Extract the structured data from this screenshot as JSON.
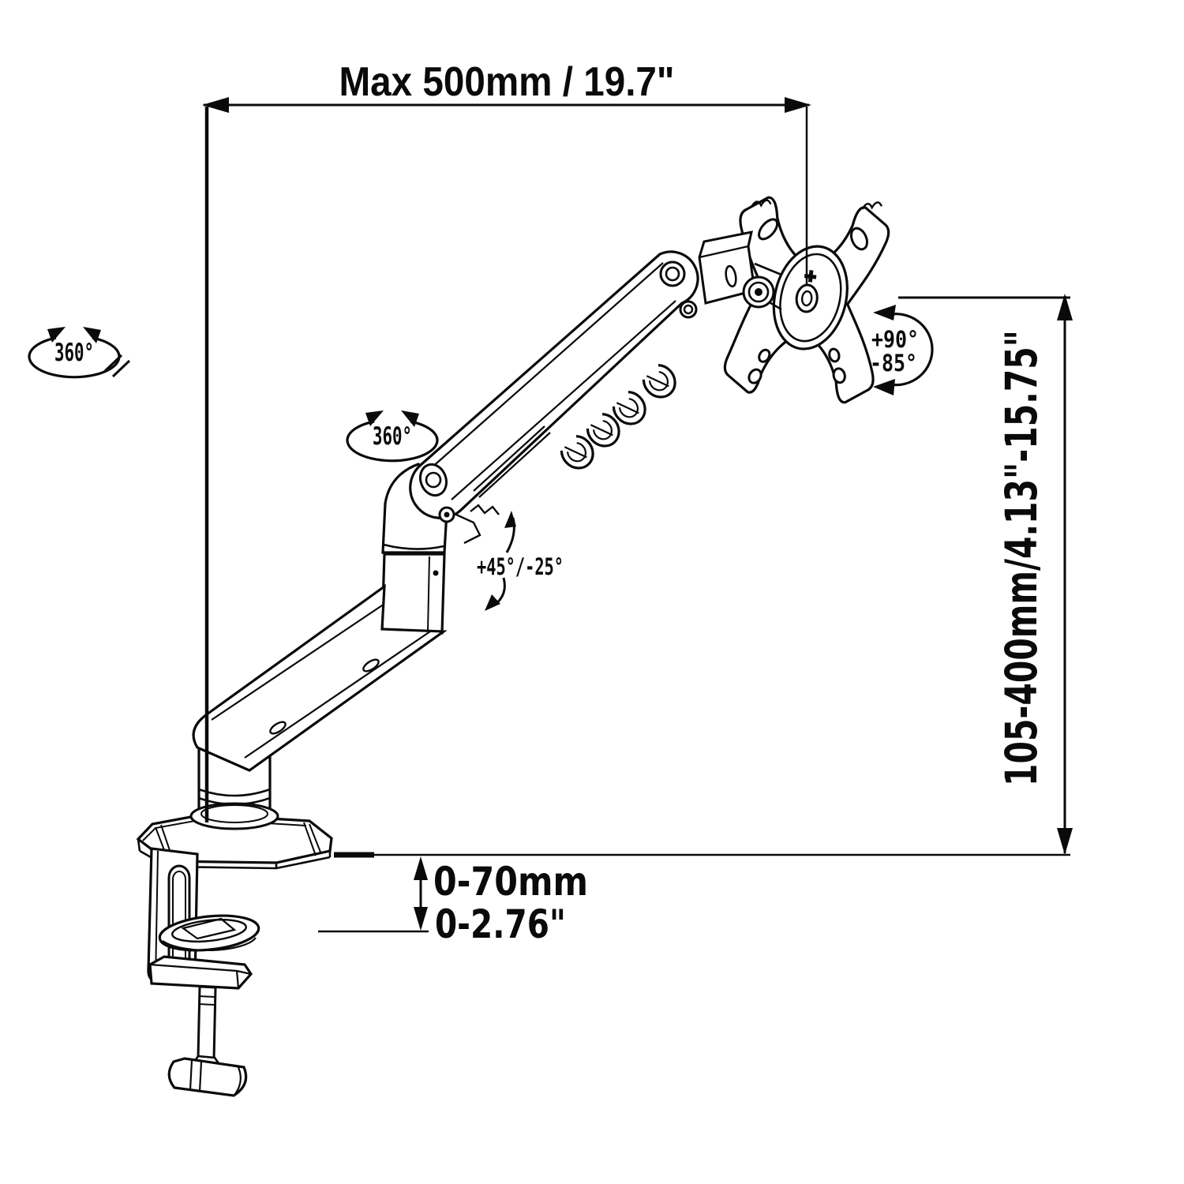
{
  "page": {
    "background_color": "#ffffff",
    "line_color": "#0a0a0a"
  },
  "diagram": {
    "type": "technical-drawing",
    "subject": "Gas-spring single monitor desk mount arm with clamp base — dimension diagram",
    "dimensions": {
      "max_reach": "Max 500mm / 19.7\"",
      "height_range": "105-400mm/4.13\"-15.75\"",
      "desk_thickness_mm": "0-70mm",
      "desk_thickness_in": "0-2.76\""
    },
    "rotations": {
      "base_swivel": "360°",
      "arm_swivel": "360°",
      "vesa_tilt_up": "+90°",
      "vesa_tilt_down": "-85°",
      "arm_tilt": "+45°/-25°"
    }
  }
}
